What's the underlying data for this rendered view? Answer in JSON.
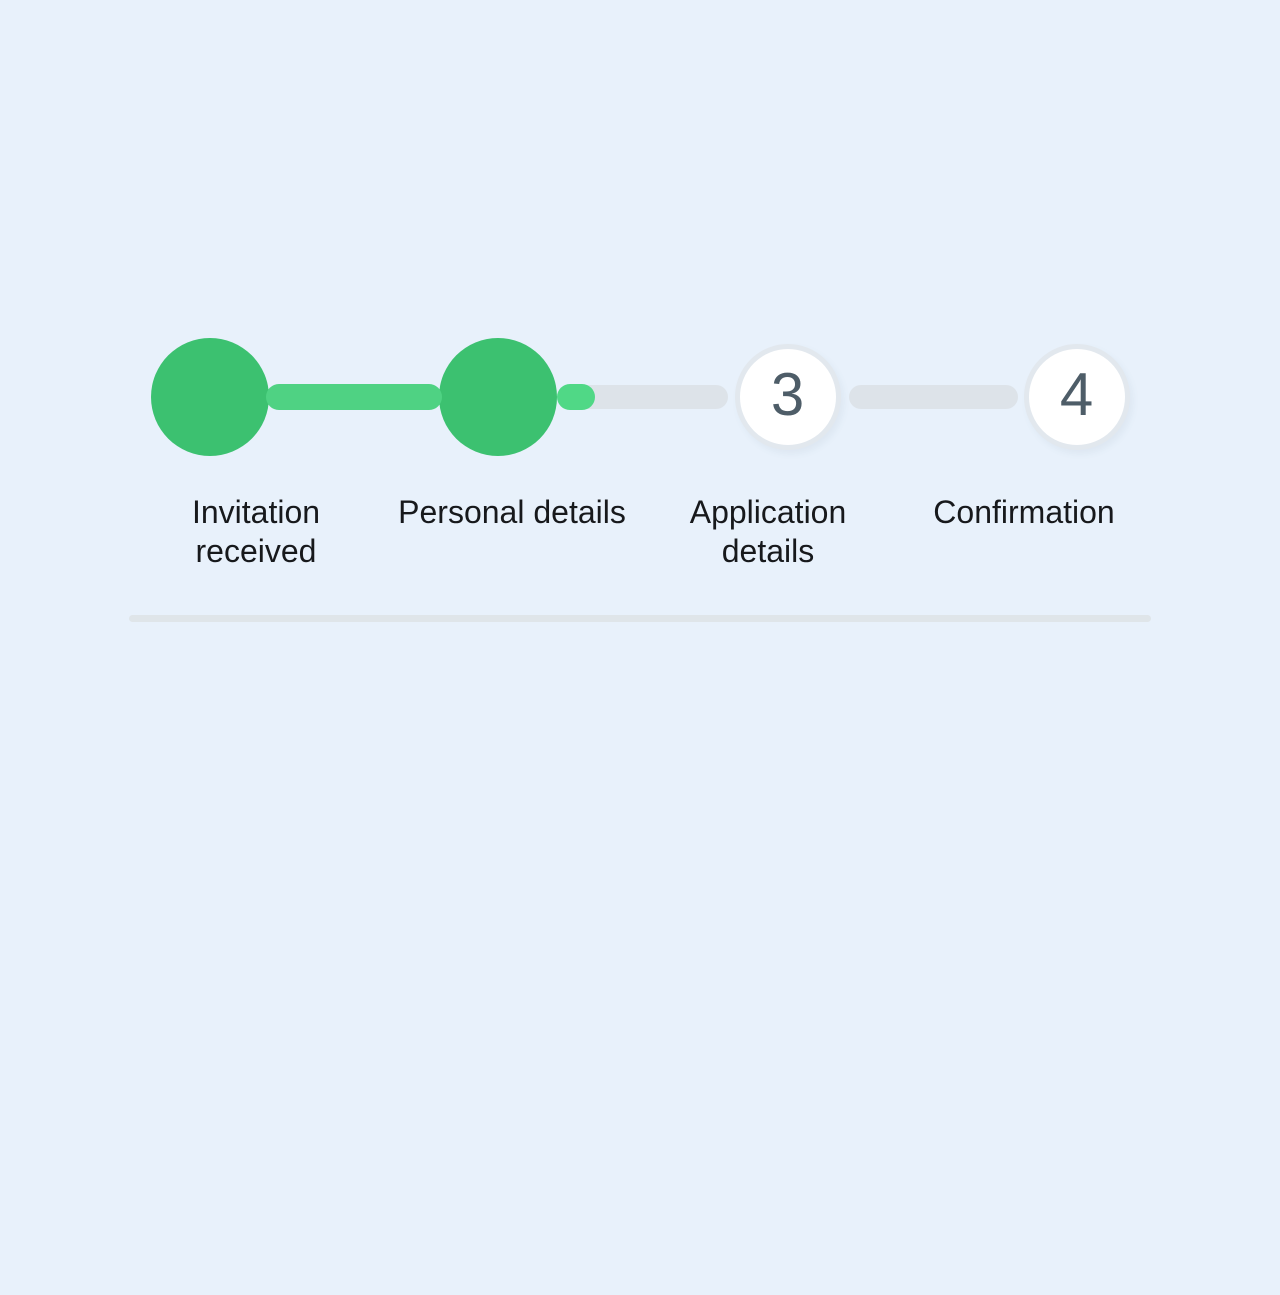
{
  "stepper": {
    "steps": [
      {
        "id": "invitation-received",
        "label": "Invitation received",
        "state": "completed"
      },
      {
        "id": "personal-details",
        "label": "Personal details",
        "state": "completed"
      },
      {
        "id": "application-details",
        "label": "Application details",
        "number": "3",
        "state": "upcoming"
      },
      {
        "id": "confirmation",
        "label": "Confirmation",
        "number": "4",
        "state": "upcoming"
      }
    ],
    "connectors": [
      {
        "from": 1,
        "to": 2,
        "state": "completed"
      },
      {
        "from": 2,
        "to": 3,
        "state": "partially-completed"
      },
      {
        "from": 3,
        "to": 4,
        "state": "upcoming"
      }
    ]
  },
  "colors": {
    "bg": "#e8f1fb",
    "green": "#3cc170",
    "lightgreen": "#4fd283",
    "pill": "#50d886",
    "gray": "#dde3e9",
    "ring": "#e2e8ee",
    "circlefill": "#ffffff",
    "num": "#4e5d68",
    "label": "#17191c",
    "divider": "#dfe5e9"
  }
}
